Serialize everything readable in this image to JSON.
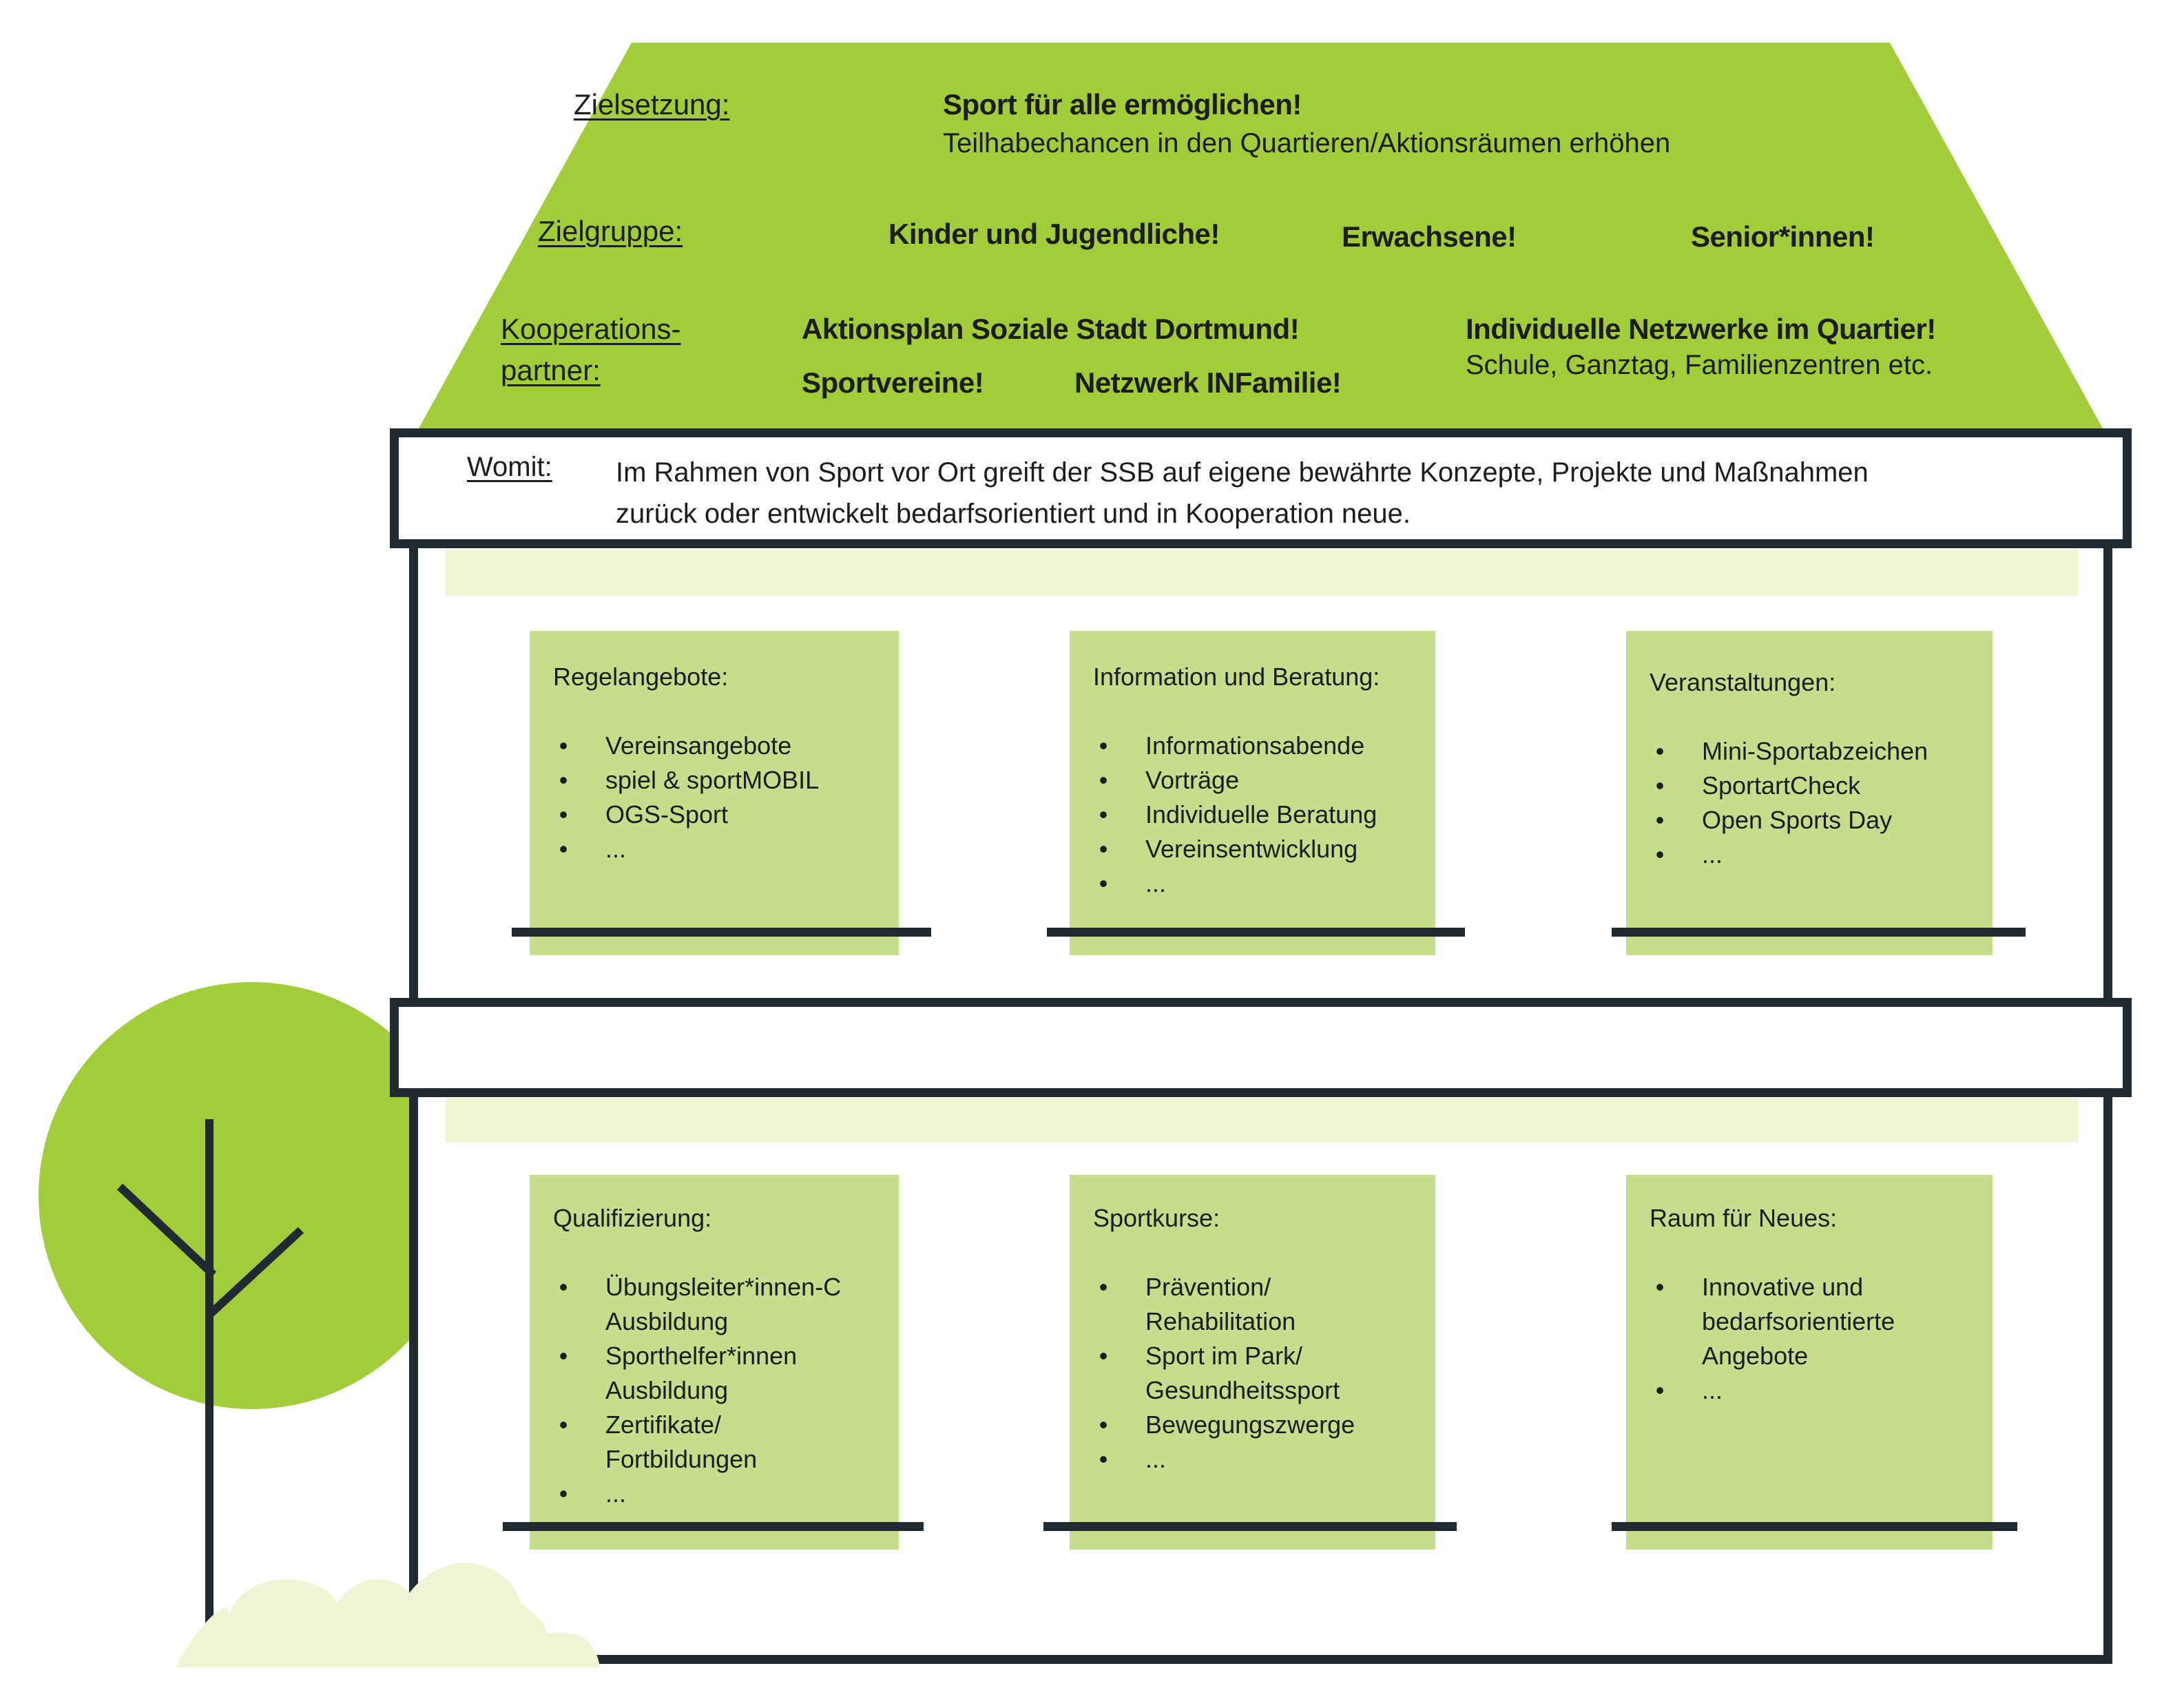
{
  "colors": {
    "roof": "#a2cc3a",
    "outline": "#202a30",
    "box_fill": "#c5de8b",
    "stripe": "#eff4d6",
    "bush": "#eff4d6",
    "tree_crown": "#a2cc3a",
    "text": "#1d1d1b"
  },
  "roof": {
    "zielsetzung": {
      "label": "Zielsetzung:",
      "headline": "Sport für alle ermöglichen!",
      "subline": "Teilhabechancen in den Quartieren/Aktionsräumen erhöhen"
    },
    "zielgruppe": {
      "label": "Zielgruppe:",
      "groups": [
        "Kinder und Jugendliche!",
        "Erwachsene!",
        "Senior*innen!"
      ]
    },
    "kooperationspartner": {
      "label_line1": "Kooperations-",
      "label_line2": "partner:",
      "partners": [
        "Aktionsplan Soziale Stadt Dortmund!",
        "Sportvereine!",
        "Netzwerk INFamilie!",
        "Individuelle Netzwerke im Quartier!"
      ],
      "partners_note": "Schule, Ganztag, Familienzentren etc."
    }
  },
  "womit": {
    "label": "Womit:",
    "line1": "Im Rahmen von Sport vor Ort greift der SSB auf eigene bewährte Konzepte, Projekte und Maßnahmen",
    "line2": "zurück oder entwickelt bedarfsorientiert und in Kooperation neue."
  },
  "floors": [
    {
      "boxes": [
        {
          "title": "Regelangebote:",
          "items": [
            [
              "Vereinsangebote"
            ],
            [
              "spiel & sportMOBIL"
            ],
            [
              "OGS-Sport"
            ],
            [
              "..."
            ]
          ]
        },
        {
          "title": "Information und Beratung:",
          "items": [
            [
              "Informationsabende"
            ],
            [
              "Vorträge"
            ],
            [
              "Individuelle Beratung"
            ],
            [
              "Vereinsentwicklung"
            ],
            [
              "..."
            ]
          ]
        },
        {
          "title": "Veranstaltungen:",
          "items": [
            [
              "Mini-Sportabzeichen"
            ],
            [
              "SportartCheck"
            ],
            [
              "Open Sports Day"
            ],
            [
              "..."
            ]
          ]
        }
      ]
    },
    {
      "boxes": [
        {
          "title": "Qualifizierung:",
          "items": [
            [
              "Übungsleiter*innen-C",
              "Ausbildung"
            ],
            [
              "Sporthelfer*innen",
              "Ausbildung"
            ],
            [
              "Zertifikate/",
              "Fortbildungen"
            ],
            [
              "..."
            ]
          ]
        },
        {
          "title": "Sportkurse:",
          "items": [
            [
              "Prävention/",
              "Rehabilitation"
            ],
            [
              "Sport im Park/",
              "Gesundheitssport"
            ],
            [
              "Bewegungszwerge"
            ],
            [
              "..."
            ]
          ]
        },
        {
          "title": "Raum für Neues:",
          "items": [
            [
              "Innovative und",
              "bedarfsorientierte",
              "Angebote"
            ],
            [
              "..."
            ]
          ]
        }
      ]
    }
  ],
  "bullet_glyph": "•"
}
